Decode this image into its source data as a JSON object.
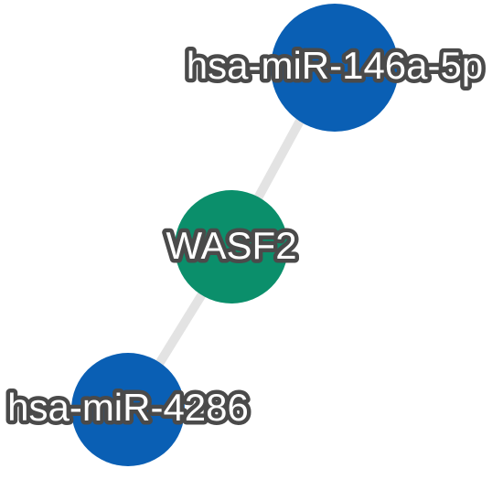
{
  "network": {
    "colors": {
      "edge": "#e3e3e3",
      "mirna": "#0a5fb4",
      "gene": "#0b8f6b"
    },
    "nodes": [
      {
        "id": "n_mir146",
        "label": "hsa-miR-146a-5p",
        "kind": "mirna"
      },
      {
        "id": "n_wasf2",
        "label": "WASF2",
        "kind": "gene"
      },
      {
        "id": "n_mir4286",
        "label": "hsa-miR-4286",
        "kind": "mirna"
      }
    ],
    "edges": [
      {
        "source": "n_mir146",
        "target": "n_wasf2"
      },
      {
        "source": "n_wasf2",
        "target": "n_mir4286"
      }
    ]
  }
}
